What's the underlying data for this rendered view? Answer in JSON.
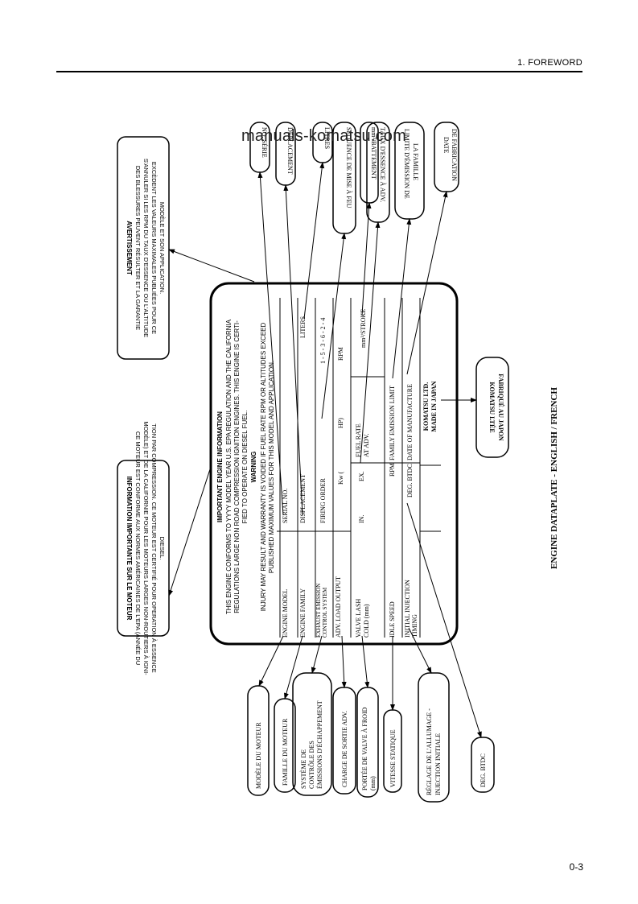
{
  "header": {
    "title": "1.   FOREWORD"
  },
  "watermark": "manuals-komatsu.com",
  "page_number": "0-3",
  "caption": "ENGINE DATAPLATE - ENGLISH / FRENCH",
  "plate": {
    "heading": "IMPORTANT ENGINE INFORMATION",
    "para1": [
      "THIS ENGINE CONFORMS TO YYYY MODEL YEAR U.S. EPA REGULATION AND THE CALIFORNIA",
      "REGULATIONS LARGE NON ROAD COMPRESSION IGNITION ENGINES. THIS ENGINE IS CERTI-",
      "FIED TO OPERATE ON DIESEL FUEL."
    ],
    "warning_title": "WARNING",
    "para2": [
      "INJURY MAY RESULT AND WARRANTY IS VOIDED IF FUEL RATE RPM OR ALTITUDES EXCEED",
      "PUBLISHED MAXIMUM VALUES FOR THIS MODEL AND APPLICATION."
    ],
    "engine_model": "ENGINE MODEL",
    "serial_no": "SERIAL NO.",
    "engine_family": "ENGINE FAMILY",
    "displacement": "DISPLACEMENT",
    "liters": "LITERS",
    "exhaust_emission": [
      "EXHAUST EMISSION",
      "CONTROL SYSTEM"
    ],
    "firing_order": "FIRING ORDER",
    "firing_sequence": "1 - 5 - 3 - 6 - 2 - 4",
    "adv_load_output": "ADV. LOAD OUTPUT",
    "kw": "Kw   (",
    "hp": "HP)",
    "rpm": "RPM",
    "valve_lash": [
      "VALVE LASH",
      "COLD (mm)"
    ],
    "in": "IN.",
    "ex": "EX.",
    "fuel_rate": [
      "FUEL RATE",
      "AT ADV."
    ],
    "mm3_stroke": "mm³/STROKE",
    "idle_speed": "IDLE SPEED",
    "rpm2": "RPM",
    "family_emission_limit": "FAMILY EMISSION LIMIT",
    "initial_injection": [
      "INITIAL INJECTION",
      "TIMING"
    ],
    "deg_btdc": "DEG. BTDC",
    "date_of_manufacture": "DATE OF MANUFACTURE",
    "komatsu": [
      "KOMATSU LTD.",
      "MADE IN JAPAN"
    ]
  },
  "french_info": {
    "title": "INFORMATION IMPORTANTE SUR LE MOTEUR",
    "lines": [
      "CE MOTEUR EST CONFORME AUX NORMES AMÉRICAINES DE L'EPA (ANNÉE DU",
      "MODÈLE) ET DE LA CALIFORNIE POUR LES MOTEURS LARGES NON-ROUTIERS À IGNI-",
      "TION PAR COMPRESSION.  CE MOTEUR EST CERTIFIÉ POUR OPERATION À ESSENCE",
      "DIESEL."
    ]
  },
  "french_warning": {
    "title": "AVERTISSEMENT",
    "lines": [
      "DES BLESSURES PEUVENT RÉSULTER ET LA GARANTIE",
      "S'ANNULER SI LES RPM DU TAUX D'ESSENCE OU L'ALTITUDE",
      "EXCÈDENT LES VALEURS MAXIMALES PUBLIÉES POUR CE",
      "MODÈLE ET SON APPLICATION."
    ]
  },
  "callouts_top": {
    "no_serie": "NO. SÉRIE",
    "deplacement": "DÉPLACEMENT",
    "litres": "LITRES",
    "sequence": "SÉQUENCE DE MISE À FEU",
    "mm3": "mm³/BATTEMENT",
    "taux": "TAUX D'ESSENCE À ADV.",
    "limite": [
      "LIMITE D'ÉMISSION DE",
      "LA FAMILLE"
    ],
    "date_fab": [
      "DATE",
      "DE FABRICATION"
    ]
  },
  "callout_komatsu": [
    "KOMATSU LTÉE",
    "FABRIQUÉ AU JAPON"
  ],
  "callouts_bottom": {
    "modele": "MODÈLE DU MOTEUR",
    "famille": "FAMILLE DU MOTEUR",
    "systeme": [
      "SYSTÈME DE",
      "CONTRÔLE DES",
      "ÉMISSIONS D'ÉCHAPPEMENT"
    ],
    "charge": "CHARGE DE SORTIE ADV.",
    "portee": [
      "PORTÉE DE VALVE À FROID",
      "(mm)"
    ],
    "vitesse": "VITESSE STATIQUE",
    "reglage": [
      "RÉGLAGE DE L'ALLUMAGE -",
      "INJECTION INITIALE"
    ],
    "deg": "DEG. BTDC"
  }
}
